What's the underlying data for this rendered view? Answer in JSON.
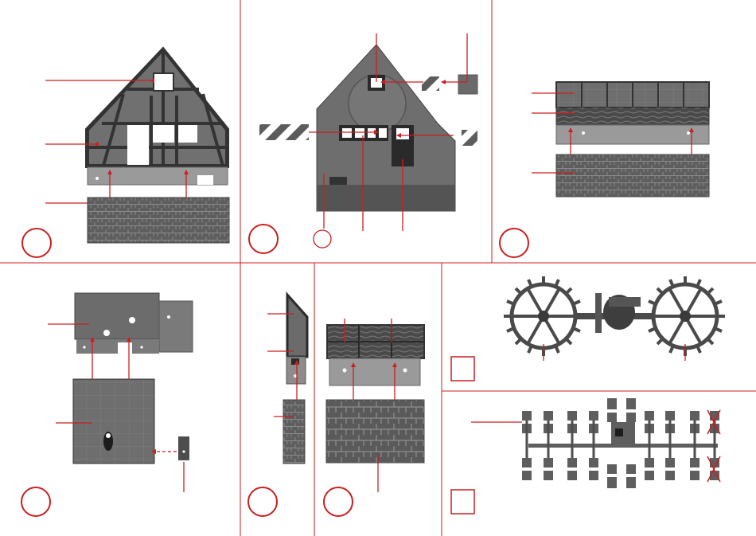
{
  "sheet": {
    "title": "",
    "accent_color": "#cc1f1f",
    "part_color": "#6b6b6b",
    "part_dark": "#3a3a3a",
    "line_color": "#cc1f1f",
    "step_badge_icon": "red-circle-icon",
    "square_badge_icon": "red-square-icon"
  },
  "steps": [
    {
      "panel": "gable-front-assembly",
      "badge_label": ""
    },
    {
      "panel": "gable-rear-assembly",
      "badge_label": ""
    },
    {
      "panel": "side-wall-assembly",
      "badge_label": ""
    },
    {
      "panel": "floor-base-assembly",
      "badge_label": ""
    },
    {
      "panel": "small-gable-assembly",
      "badge_label": ""
    },
    {
      "panel": "front-wall-assembly",
      "badge_label": ""
    }
  ],
  "boxes": [
    {
      "panel": "water-wheel-assembly",
      "badge_label": ""
    },
    {
      "panel": "paddle-sprue",
      "badge_label": ""
    }
  ]
}
